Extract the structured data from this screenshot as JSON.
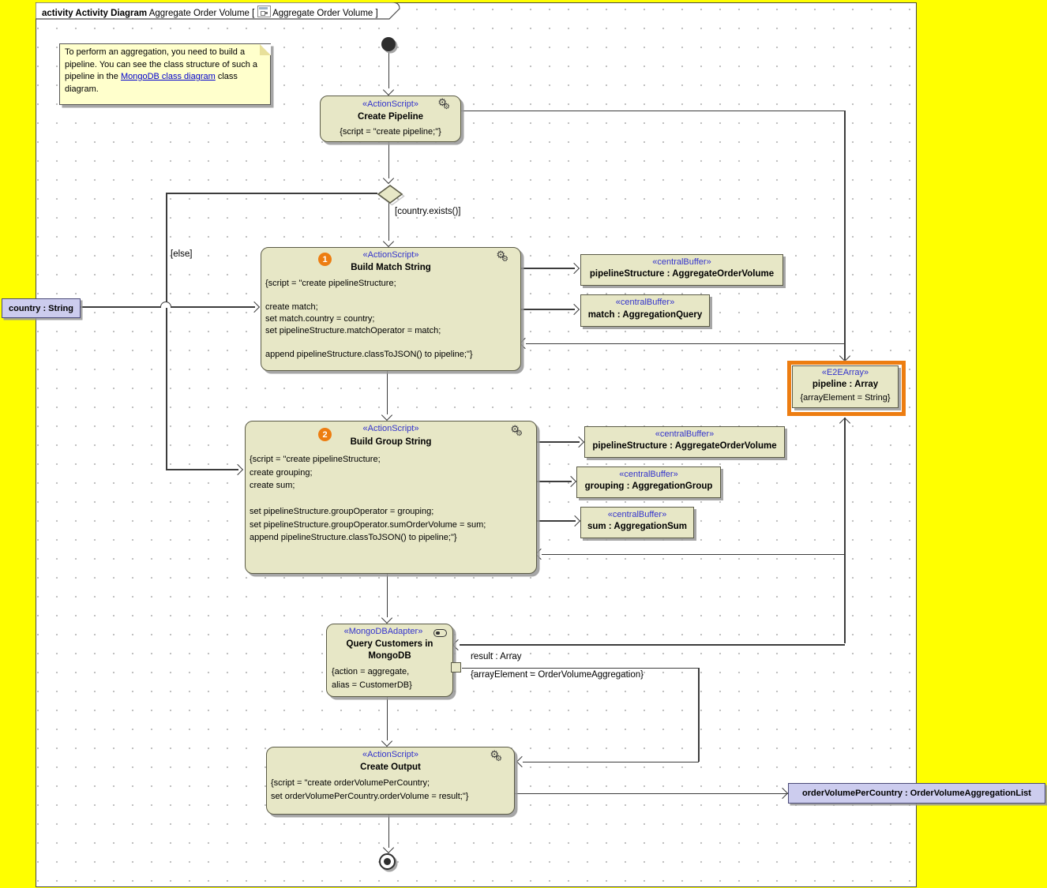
{
  "colors": {
    "background_yellow": "#FFFF00",
    "node_fill": "#E7E7C6",
    "node_border": "#5A5A46",
    "param_fill": "#CCCCEE",
    "note_fill": "#FFFFCC",
    "stereotype_blue": "#3333CC",
    "highlight_orange": "#ED7D11",
    "link_blue": "#0000CC"
  },
  "frame": {
    "tab_bold": "activity Activity Diagram",
    "tab_mid": "Aggregate Order Volume [",
    "tab_name": "Aggregate Order Volume",
    "tab_close": "]"
  },
  "note": {
    "text_before": "To perform an aggregation, you need to build a pipeline. You can see the class structure of such a pipeline in the ",
    "link_text": "MongoDB class diagram",
    "text_after": " class diagram."
  },
  "nodes": {
    "create_pipeline": {
      "stereotype": "«ActionScript»",
      "name": "Create Pipeline",
      "script": "{script = \"create pipeline;\"}"
    },
    "build_match": {
      "stereotype": "«ActionScript»",
      "badge": "1",
      "name": "Build Match String",
      "script": [
        "{script = \"create pipelineStructure;",
        "",
        "create match;",
        "set match.country = country;",
        "set pipelineStructure.matchOperator = match;",
        "",
        "append pipelineStructure.classToJSON() to pipeline;\"}"
      ]
    },
    "build_group": {
      "stereotype": "«ActionScript»",
      "badge": "2",
      "name": "Build Group String",
      "script": [
        "{script = \"create pipelineStructure;",
        "create grouping;",
        "create sum;",
        "",
        "set pipelineStructure.groupOperator = grouping;",
        "set pipelineStructure.groupOperator.sumOrderVolume = sum;",
        "append pipelineStructure.classToJSON() to pipeline;\"}"
      ]
    },
    "query_customers": {
      "stereotype": "«MongoDBAdapter»",
      "name": [
        "Query Customers in",
        "MongoDB"
      ],
      "props": [
        "{action = aggregate,",
        "alias = CustomerDB}"
      ]
    },
    "create_output": {
      "stereotype": "«ActionScript»",
      "name": "Create Output",
      "script": [
        "{script = \"create orderVolumePerCountry;",
        "set orderVolumePerCountry.orderVolume = result;\"}"
      ]
    },
    "buffer_pipeline_structure_1": {
      "stereotype": "«centralBuffer»",
      "name": "pipelineStructure : AggregateOrderVolume"
    },
    "buffer_match": {
      "stereotype": "«centralBuffer»",
      "name": "match : AggregationQuery"
    },
    "buffer_pipeline_structure_2": {
      "stereotype": "«centralBuffer»",
      "name": "pipelineStructure : AggregateOrderVolume"
    },
    "buffer_grouping": {
      "stereotype": "«centralBuffer»",
      "name": "grouping : AggregationGroup"
    },
    "buffer_sum": {
      "stereotype": "«centralBuffer»",
      "name": "sum : AggregationSum"
    },
    "pipeline_array": {
      "stereotype": "«E2EArray»",
      "name": "pipeline : Array",
      "constraint": "{arrayElement = String}"
    },
    "param_country": {
      "label": "country : String"
    },
    "param_output": {
      "label": "orderVolumePerCountry : OrderVolumeAggregationList"
    }
  },
  "edges": {
    "guard_country": "[country.exists()]",
    "guard_else": "[else]"
  },
  "pins": {
    "result": {
      "label": "result : Array",
      "constraint": "{arrayElement = OrderVolumeAggregation}"
    }
  }
}
